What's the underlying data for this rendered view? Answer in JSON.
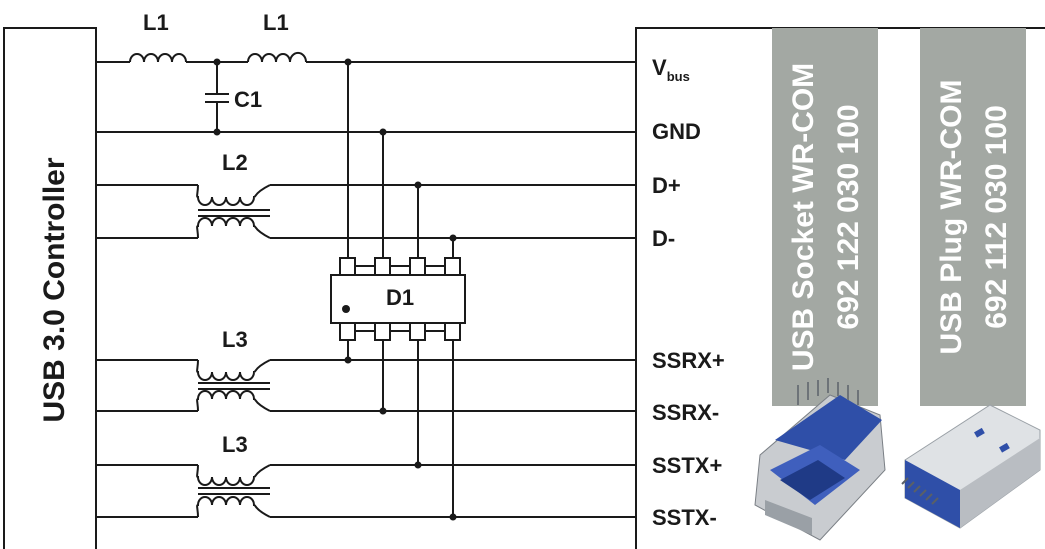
{
  "controller": {
    "label": "USB 3.0 Controller"
  },
  "components": {
    "l1_left": "L1",
    "l1_right": "L1",
    "c1": "C1",
    "l2": "L2",
    "l3_rx": "L3",
    "l3_tx": "L3",
    "d1": "D1"
  },
  "signals": {
    "vbus_main": "V",
    "vbus_sub": "bus",
    "gnd": "GND",
    "dplus": "D+",
    "dminus": "D-",
    "ssrx_plus": "SSRX+",
    "ssrx_minus": "SSRX-",
    "sstx_plus": "SSTX+",
    "sstx_minus": "SSTX-"
  },
  "connectors": [
    {
      "line1": "USB Socket WR-COM",
      "line2": "692 122 030 100"
    },
    {
      "line1": "USB Plug WR-COM",
      "line2": "692 112 030 100"
    }
  ],
  "colors": {
    "line": "#1a1a1a",
    "panel": "#a3a8a3",
    "panel_text": "#ffffff",
    "connector_blue": "#2f4fa8",
    "connector_metal": "#c9ccd0"
  }
}
